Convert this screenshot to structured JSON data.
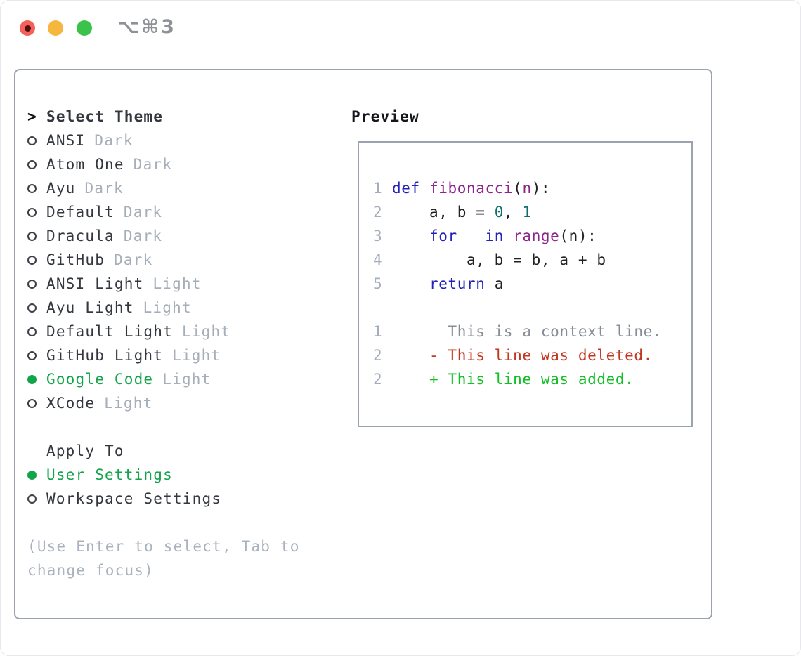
{
  "window": {
    "title": "⌥⌘3"
  },
  "colors": {
    "accent_green": "#12a44b",
    "traffic_red": "#f4605a",
    "traffic_yellow": "#f6b73e",
    "traffic_green": "#3ac24b",
    "keyword_blue": "#2323bb",
    "function_purple": "#8c248c",
    "number_teal": "#0e6e6e",
    "diff_deleted_red": "#c23620",
    "diff_added_green": "#12bf25",
    "muted_tag_gray": "#a5aeb9"
  },
  "theme_panel": {
    "header": "Select Theme",
    "focus_marker": ">",
    "items": [
      {
        "name": "ANSI",
        "tag": "Dark",
        "selected": false
      },
      {
        "name": "Atom One",
        "tag": "Dark",
        "selected": false
      },
      {
        "name": "Ayu",
        "tag": "Dark",
        "selected": false
      },
      {
        "name": "Default",
        "tag": "Dark",
        "selected": false
      },
      {
        "name": "Dracula",
        "tag": "Dark",
        "selected": false
      },
      {
        "name": "GitHub",
        "tag": "Dark",
        "selected": false
      },
      {
        "name": "ANSI Light",
        "tag": "Light",
        "selected": false
      },
      {
        "name": "Ayu Light",
        "tag": "Light",
        "selected": false
      },
      {
        "name": "Default Light",
        "tag": "Light",
        "selected": false
      },
      {
        "name": "GitHub Light",
        "tag": "Light",
        "selected": false
      },
      {
        "name": "Google Code",
        "tag": "Light",
        "selected": true
      },
      {
        "name": "XCode",
        "tag": "Light",
        "selected": false
      }
    ]
  },
  "apply_panel": {
    "header": "Apply To",
    "options": [
      {
        "name": "User Settings",
        "selected": true
      },
      {
        "name": "Workspace Settings",
        "selected": false
      }
    ]
  },
  "help_text": "(Use Enter to select, Tab to change focus)",
  "preview": {
    "header": "Preview",
    "code_lines": [
      {
        "num": "1",
        "tokens": [
          [
            "kw",
            "def"
          ],
          [
            "pl",
            " "
          ],
          [
            "fn",
            "fibonacci"
          ],
          [
            "pl",
            "("
          ],
          [
            "fn",
            "n"
          ],
          [
            "pl",
            "):"
          ]
        ]
      },
      {
        "num": "2",
        "tokens": [
          [
            "pl",
            "    a, b = "
          ],
          [
            "num",
            "0"
          ],
          [
            "pl",
            ", "
          ],
          [
            "num",
            "1"
          ]
        ]
      },
      {
        "num": "3",
        "tokens": [
          [
            "pl",
            "    "
          ],
          [
            "kw",
            "for"
          ],
          [
            "pl",
            " _ "
          ],
          [
            "kw",
            "in"
          ],
          [
            "pl",
            " "
          ],
          [
            "fn",
            "range"
          ],
          [
            "pl",
            "(n):"
          ]
        ]
      },
      {
        "num": "4",
        "tokens": [
          [
            "pl",
            "        a, b = b, a + b"
          ]
        ]
      },
      {
        "num": "5",
        "tokens": [
          [
            "pl",
            "    "
          ],
          [
            "kw",
            "return"
          ],
          [
            "pl",
            " a"
          ]
        ]
      }
    ],
    "diff_lines": [
      {
        "num": "1",
        "kind": "ctx",
        "text": "      This is a context line."
      },
      {
        "num": "2",
        "kind": "del",
        "text": "    - This line was deleted."
      },
      {
        "num": "2",
        "kind": "add",
        "text": "    + This line was added."
      }
    ]
  }
}
